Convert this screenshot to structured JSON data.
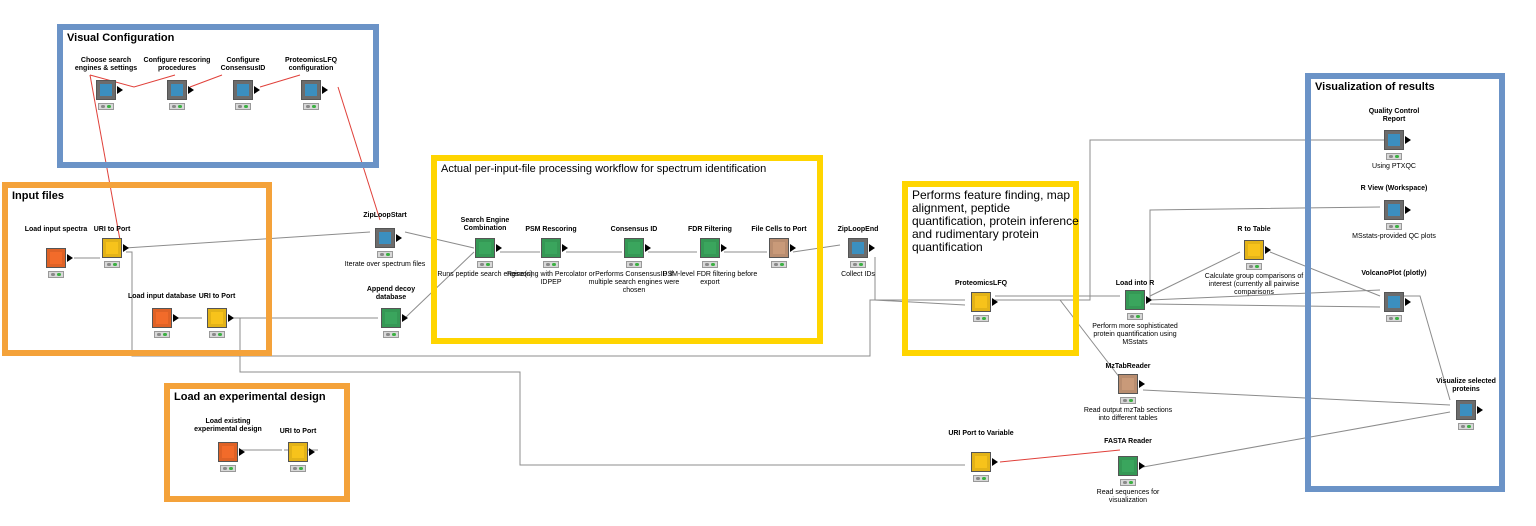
{
  "annotations": {
    "visual_config": "Visual Configuration",
    "input_files": "Input files",
    "experimental_design": "Load an experimental design",
    "processing": "Actual per-input-file processing workflow for spectrum identification",
    "lfq": "Performs feature finding, map alignment, peptide quantification, protein inference and rudimentary protein quantification",
    "visualization": "Visualization of results"
  },
  "nodes": {
    "choose_engines": {
      "title": "Choose search engines & settings",
      "desc": ""
    },
    "configure_rescoring": {
      "title": "Configure rescoring procedures",
      "desc": ""
    },
    "configure_consensus": {
      "title": "Configure ConsensusID",
      "desc": ""
    },
    "lfq_config": {
      "title": "ProteomicsLFQ configuration",
      "desc": ""
    },
    "load_spectra": {
      "title": "Load input spectra",
      "desc": ""
    },
    "uri_to_port_1": {
      "title": "URI to Port",
      "desc": ""
    },
    "load_database": {
      "title": "Load input database",
      "desc": ""
    },
    "uri_to_port_2": {
      "title": "URI to Port",
      "desc": ""
    },
    "zip_loop_start": {
      "title": "ZipLoopStart",
      "desc": "Iterate over spectrum files"
    },
    "append_decoy": {
      "title": "Append decoy database",
      "desc": ""
    },
    "search_engine": {
      "title": "Search Engine Combination",
      "desc": "Runs peptide search engine(s)"
    },
    "psm_rescoring": {
      "title": "PSM Rescoring",
      "desc": "Rescoring with Percolator or IDPEP"
    },
    "consensus_id": {
      "title": "Consensus ID",
      "desc": "Performs ConsensusID if multiple search engines were chosen"
    },
    "fdr_filtering": {
      "title": "FDR Filtering",
      "desc": "PSM-level FDR filtering before export"
    },
    "file_cells": {
      "title": "File Cells to Port",
      "desc": ""
    },
    "zip_loop_end": {
      "title": "ZipLoopEnd",
      "desc": "Collect IDs"
    },
    "proteomics_lfq": {
      "title": "ProteomicsLFQ",
      "desc": ""
    },
    "load_into_r": {
      "title": "Load into R",
      "desc": "Perform more sophisticated protein quantification using MSstats"
    },
    "r_to_table": {
      "title": "R to Table",
      "desc": "Calculate group comparisons of interest (currently all pairwise comparisons"
    },
    "qc_report": {
      "title": "Quality Control Report",
      "desc": "Using PTXQC"
    },
    "r_view": {
      "title": "R View (Workspace)",
      "desc": "MSstats-provided QC plots"
    },
    "volcano_plot": {
      "title": "VolcanoPlot (plotly)",
      "desc": ""
    },
    "mztab_reader": {
      "title": "MzTabReader",
      "desc": "Read output mzTab sections into different tables"
    },
    "visualize_proteins": {
      "title": "Visualize selected proteins",
      "desc": ""
    },
    "load_design": {
      "title": "Load existing experimental design",
      "desc": ""
    },
    "uri_to_port_3": {
      "title": "URI to Port",
      "desc": ""
    },
    "uri_port_variable": {
      "title": "URI Port to Variable",
      "desc": ""
    },
    "fasta_reader": {
      "title": "FASTA Reader",
      "desc": "Read sequences for visualization"
    }
  },
  "colors": {
    "annotation_blue": "#6b93c7",
    "annotation_orange": "#f4a23a",
    "annotation_yellow": "#ffd500",
    "node_reader": "#f26b2a",
    "node_manipulator": "#f7c31b",
    "node_learner": "#3aa55d",
    "node_view": "#3b8fbf",
    "node_other": "#c99a79",
    "flow_variable": "#e0403a",
    "connection": "#8c8c8c"
  }
}
